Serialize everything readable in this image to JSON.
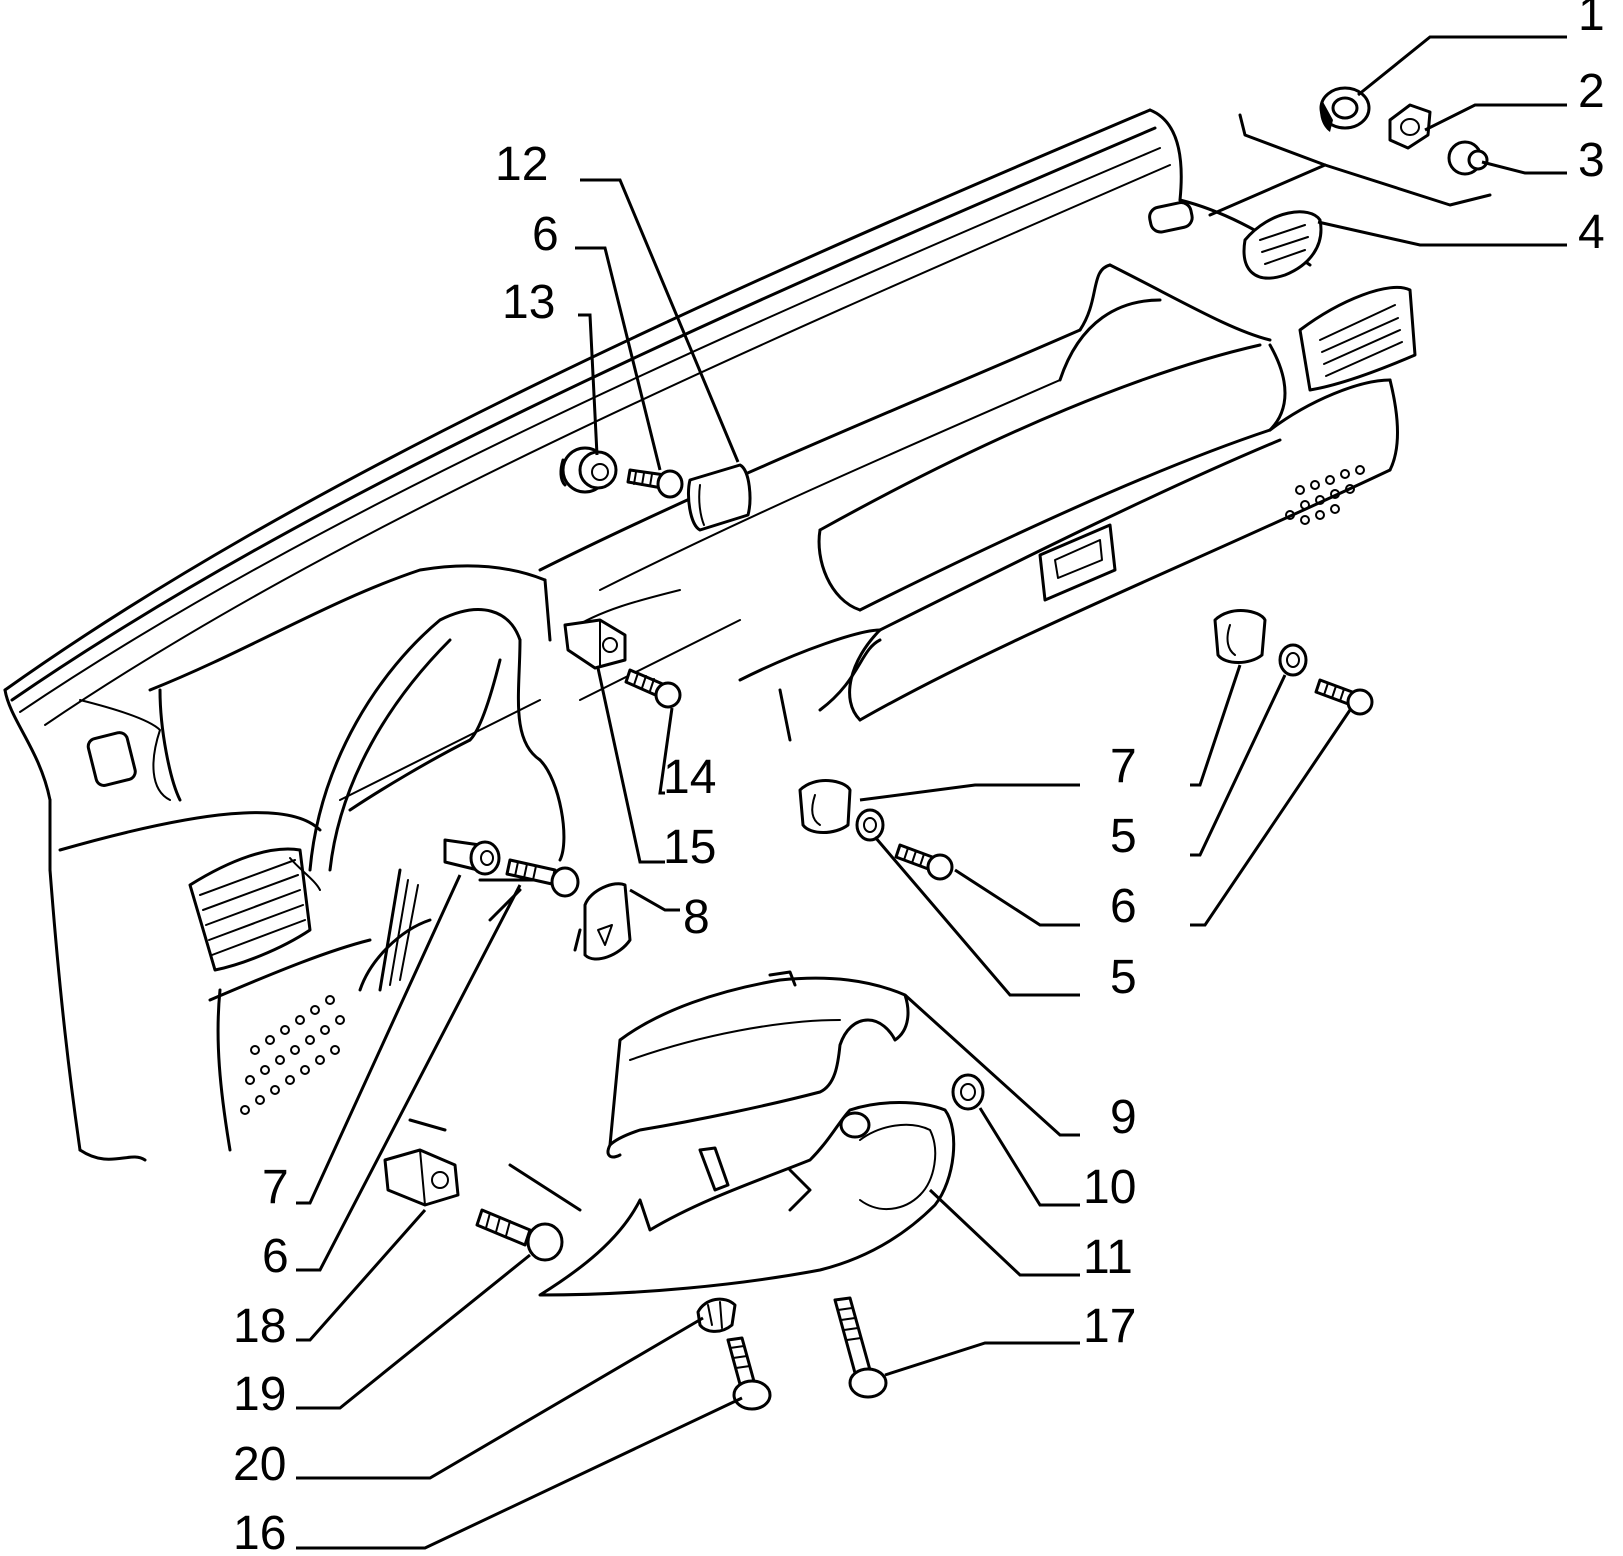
{
  "callouts": [
    {
      "id": "c1",
      "label": "1"
    },
    {
      "id": "c2",
      "label": "2"
    },
    {
      "id": "c3",
      "label": "3"
    },
    {
      "id": "c4",
      "label": "4"
    },
    {
      "id": "c12",
      "label": "12"
    },
    {
      "id": "c6a",
      "label": "6"
    },
    {
      "id": "c13",
      "label": "13"
    },
    {
      "id": "c14",
      "label": "14"
    },
    {
      "id": "c15",
      "label": "15"
    },
    {
      "id": "c7a",
      "label": "7"
    },
    {
      "id": "c5a",
      "label": "5"
    },
    {
      "id": "c6b",
      "label": "6"
    },
    {
      "id": "c5b",
      "label": "5"
    },
    {
      "id": "c8",
      "label": "8"
    },
    {
      "id": "c9",
      "label": "9"
    },
    {
      "id": "c10",
      "label": "10"
    },
    {
      "id": "c11",
      "label": "11"
    },
    {
      "id": "c17",
      "label": "17"
    },
    {
      "id": "c7b",
      "label": "7"
    },
    {
      "id": "c6c",
      "label": "6"
    },
    {
      "id": "c18",
      "label": "18"
    },
    {
      "id": "c19",
      "label": "19"
    },
    {
      "id": "c20",
      "label": "20"
    },
    {
      "id": "c16",
      "label": "16"
    }
  ]
}
